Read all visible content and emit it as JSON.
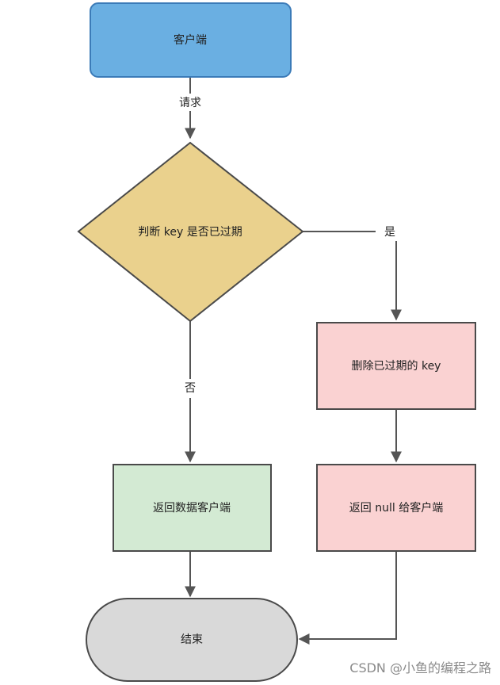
{
  "nodes": {
    "client": {
      "label": "客户端",
      "fill": "#6aafe2",
      "stroke": "#3b7bb8"
    },
    "check": {
      "label": "判断 key 是否已过期",
      "fill": "#ead18d",
      "stroke": "#4a4a4a"
    },
    "delete": {
      "label": "删除已过期的 key",
      "fill": "#fad2d2",
      "stroke": "#4a4a4a"
    },
    "return_data": {
      "label": "返回数据客户端",
      "fill": "#d3ead3",
      "stroke": "#4a4a4a"
    },
    "return_null": {
      "label": "返回 null 给客户端",
      "fill": "#fad2d2",
      "stroke": "#4a4a4a"
    },
    "end": {
      "label": "结束",
      "fill": "#d9d9d9",
      "stroke": "#4a4a4a"
    }
  },
  "edges": {
    "request": "请求",
    "yes": "是",
    "no": "否"
  },
  "watermark": "CSDN @小鱼的编程之路"
}
